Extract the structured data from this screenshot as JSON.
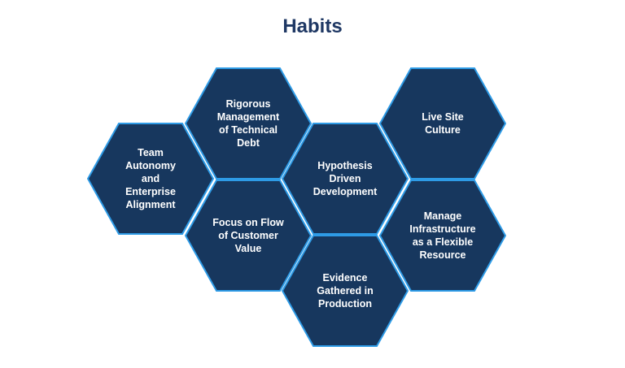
{
  "title": "Habits",
  "colors": {
    "fill": "#17375e",
    "stroke": "#2e9be6",
    "title": "#1f3864"
  },
  "hexagons": [
    {
      "id": "team-autonomy",
      "label": "Team\nAutonomy\nand\nEnterprise\nAlignment"
    },
    {
      "id": "rigorous-management",
      "label": "Rigorous\nManagement\nof Technical\nDebt"
    },
    {
      "id": "focus-on-flow",
      "label": "Focus on Flow\nof Customer\nValue"
    },
    {
      "id": "hypothesis-driven",
      "label": "Hypothesis\nDriven\nDevelopment"
    },
    {
      "id": "evidence-gathered",
      "label": "Evidence\nGathered in\nProduction"
    },
    {
      "id": "live-site-culture",
      "label": "Live Site\nCulture"
    },
    {
      "id": "manage-infrastructure",
      "label": "Manage\nInfrastructure\nas a Flexible\nResource"
    }
  ]
}
